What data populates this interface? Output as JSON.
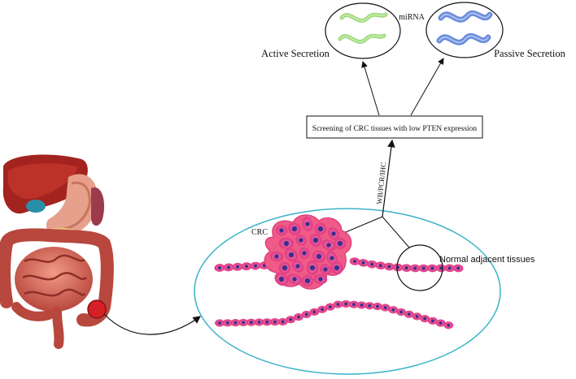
{
  "labels": {
    "mirna": "miRNA",
    "active_secretion": "Active Secretion",
    "passive_secretion": "Passive Secretion",
    "screening_box": "Screening of  CRC tissues with low PTEN expression",
    "methods": "WB/PCR/IHC",
    "crc": "CRC",
    "normal_tissues": "Normal adjacent tissues"
  },
  "icons": {
    "organs": "digestive-organs-illustration",
    "tumor_site": "tumor-site-marker",
    "active_mirna": "green-mirna-strands",
    "passive_mirna": "blue-mirna-strands"
  },
  "colors": {
    "tissue_ellipse": "#3bb3c9",
    "cell": "#e8438a",
    "nucleus": "#3a2f8f",
    "tumor_marker": "#d42026",
    "active_mirna": "#8fd16a",
    "passive_mirna": "#5a7fd6"
  }
}
